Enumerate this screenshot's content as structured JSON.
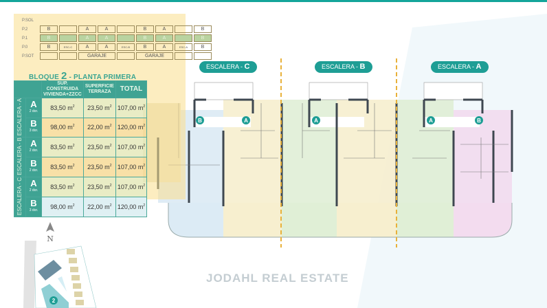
{
  "schematic": {
    "levels": [
      "P.SOL",
      "P.2",
      "P.1",
      "P.0",
      "P.SOT"
    ],
    "row_p2": [
      "B",
      "A",
      "A",
      "B",
      "A",
      "B"
    ],
    "row_p1": [
      "B",
      "A",
      "A",
      "B",
      "A",
      "B"
    ],
    "row_p0": [
      "B",
      "A",
      "A",
      "B",
      "A",
      "B"
    ],
    "stairs": [
      "ESC-C",
      "ESC-B",
      "ESC-A"
    ],
    "garage": "GARAJE"
  },
  "block": {
    "prefix": "BLOQUE",
    "number": "2",
    "suffix": "- PLANTA PRIMERA"
  },
  "table": {
    "headers": {
      "built_line1": "SUP. CONSTRUIDA",
      "built_line2": "VIVIENDA+ZZCC",
      "terrace_line1": "SUPERFICIE",
      "terrace_line2": "TERRAZA",
      "total": "TOTAL"
    },
    "stairs": [
      "ESCALERA - A",
      "ESCALERA - B",
      "ESCALERA - C"
    ],
    "rows": [
      {
        "unit": "A",
        "beds": "2 dor.",
        "built": "83,50 m",
        "terrace": "23,50 m",
        "total": "107,00 m"
      },
      {
        "unit": "B",
        "beds": "3 dor.",
        "built": "98,00 m",
        "terrace": "22,00 m",
        "total": "120,00 m"
      },
      {
        "unit": "A",
        "beds": "2 dor.",
        "built": "83,50 m",
        "terrace": "23,50 m",
        "total": "107,00 m"
      },
      {
        "unit": "B",
        "beds": "2 dor.",
        "built": "83,50 m",
        "terrace": "23,50 m",
        "total": "107,00 m"
      },
      {
        "unit": "A",
        "beds": "2 dor.",
        "built": "83,50 m",
        "terrace": "23,50 m",
        "total": "107,00 m"
      },
      {
        "unit": "B",
        "beds": "3 dor.",
        "built": "98,00 m",
        "terrace": "22,00 m",
        "total": "120,00 m"
      }
    ],
    "sq": "2"
  },
  "watermark": "JODAHL REAL ESTATE",
  "plan": {
    "stair_prefix": "ESCALERA -",
    "stair_c": "C",
    "stair_b": "B",
    "stair_a": "A",
    "markers": [
      "B",
      "A",
      "A",
      "A",
      "B"
    ]
  },
  "siteplan": {
    "north": "N",
    "block_badge": "2"
  },
  "colors": {
    "teal": "#1e9e95",
    "blue": "#dcebf5",
    "yellow": "#f7efcf",
    "green": "#e0efd6",
    "pink": "#f3dcef"
  }
}
